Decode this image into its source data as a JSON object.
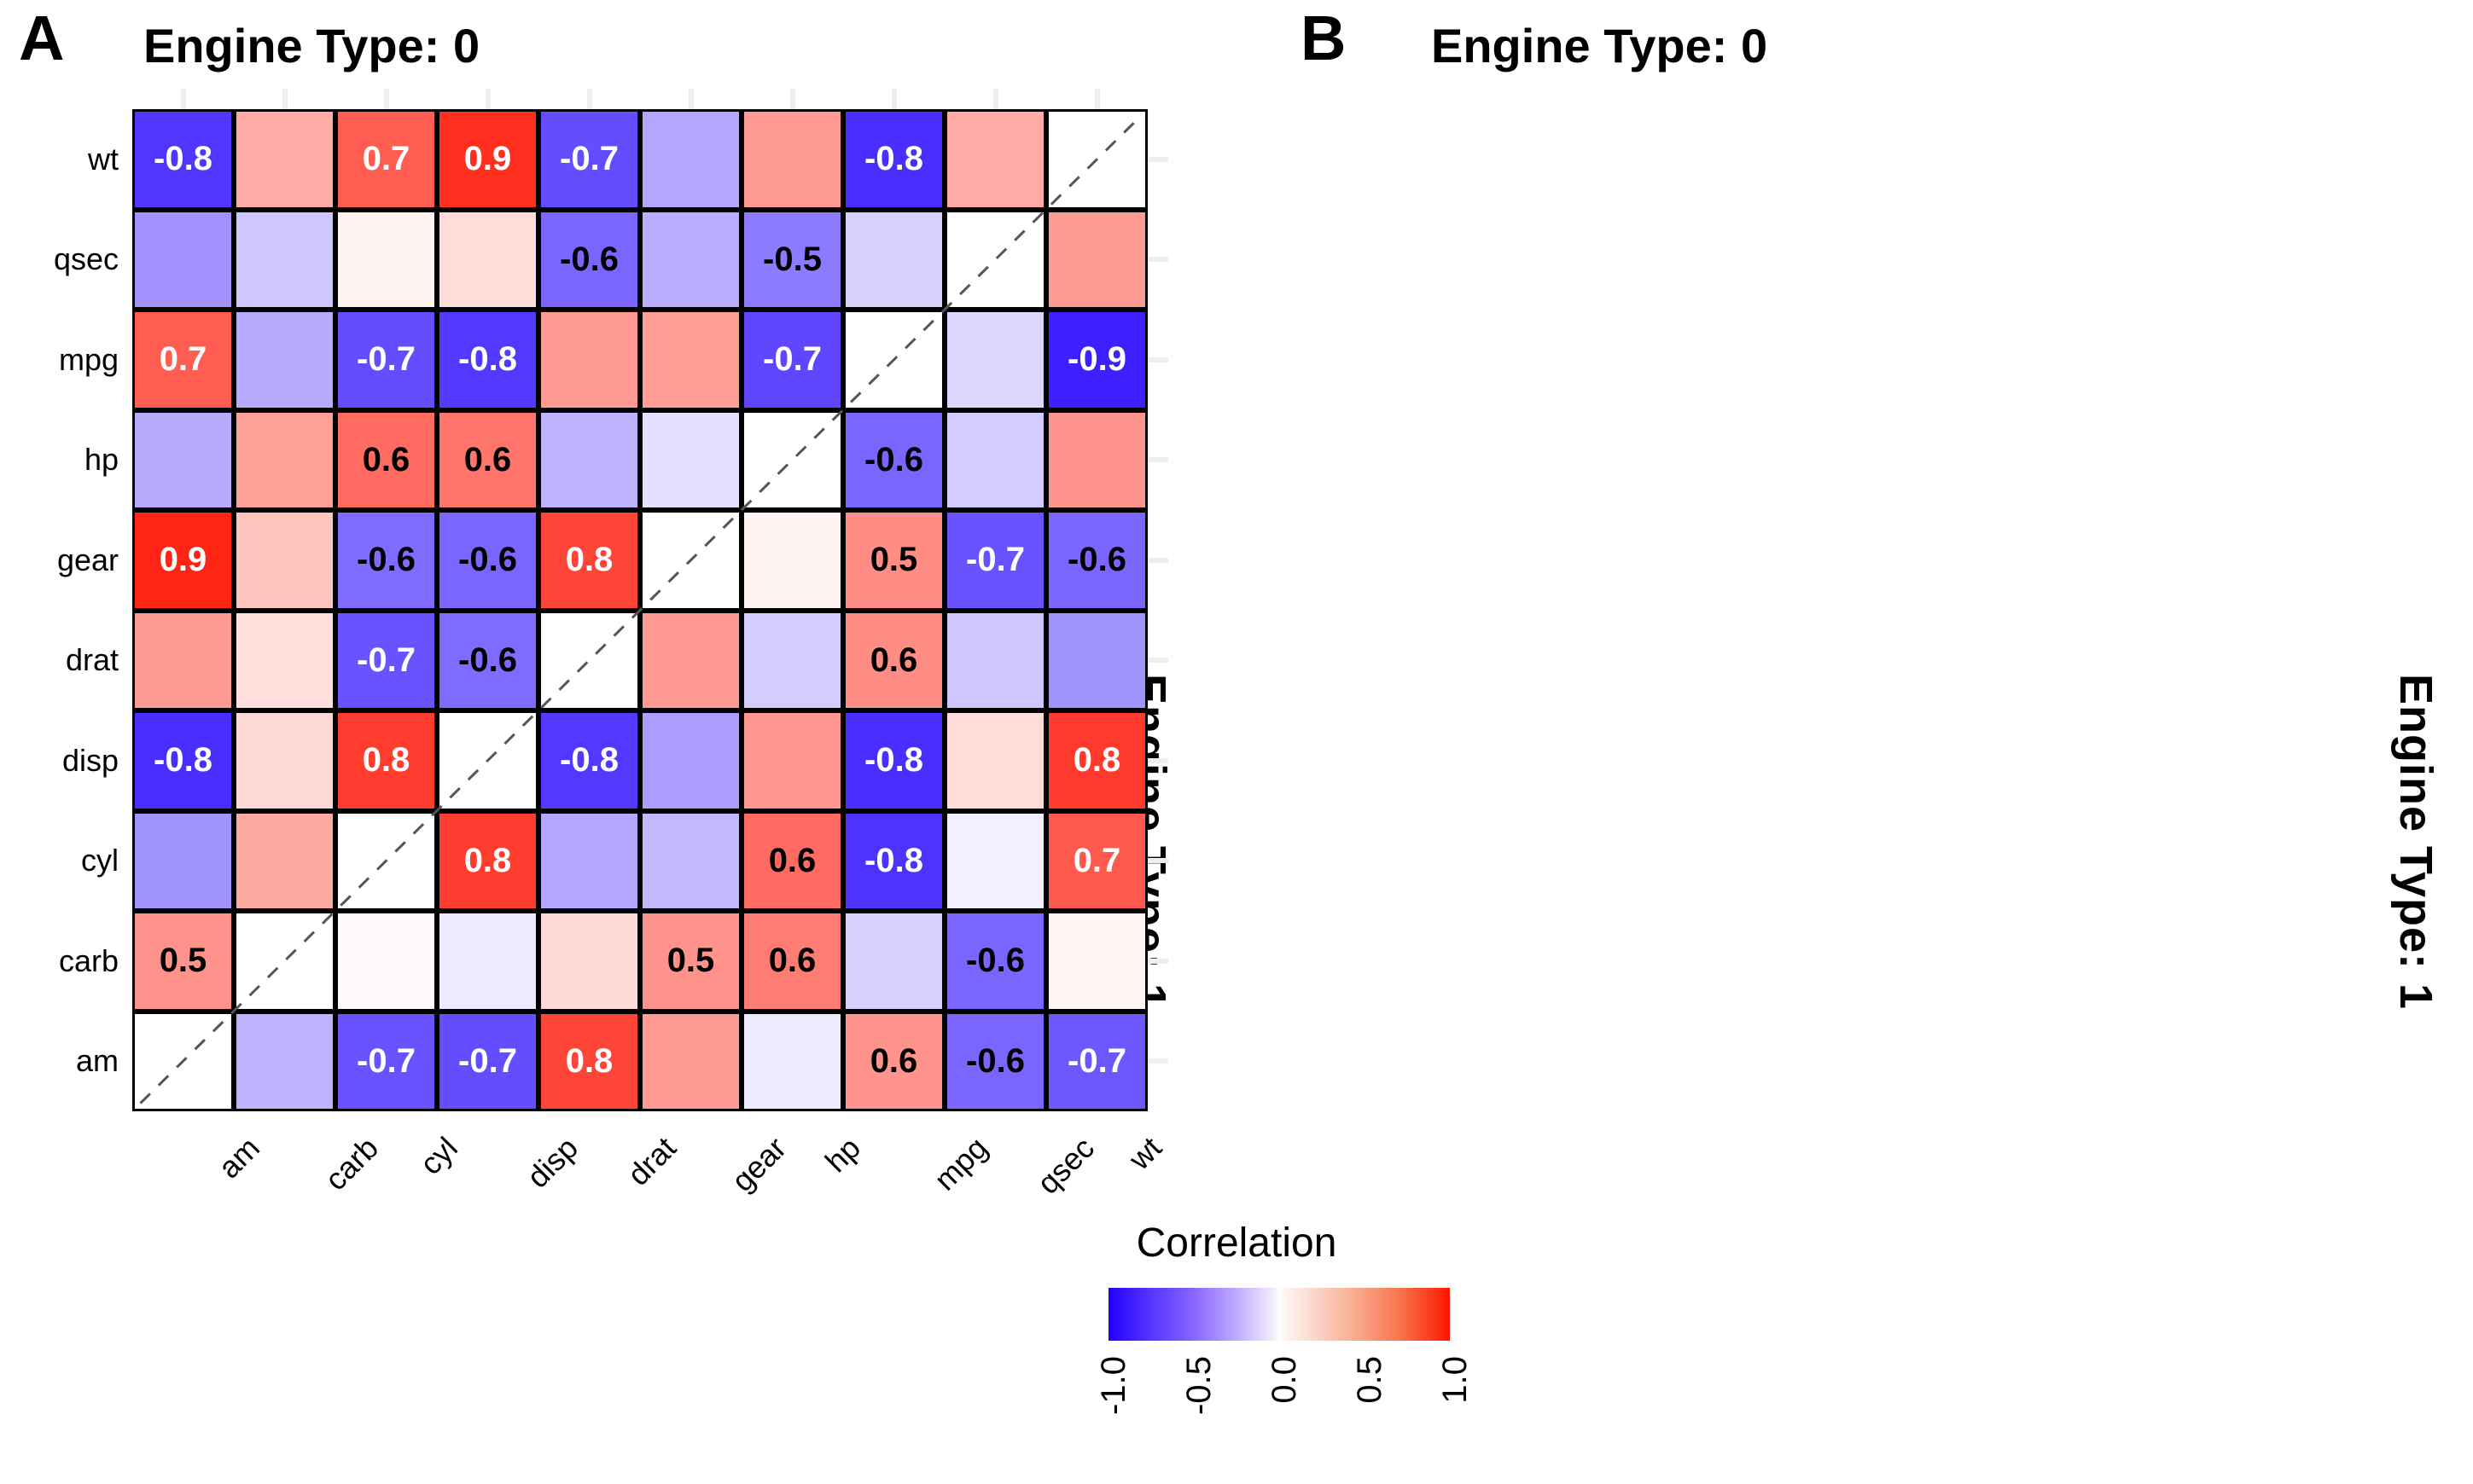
{
  "panels": [
    {
      "tag": "A",
      "facet_top": "Engine Type: 0",
      "facet_right": "Engine Type: 1",
      "kind": "tile"
    },
    {
      "tag": "B",
      "facet_top": "Engine Type: 0",
      "facet_right": "Engine Type: 1",
      "kind": "circle"
    }
  ],
  "legend": {
    "title": "Correlation",
    "ticks": [
      "-1.0",
      "-0.5",
      "0.0",
      "0.5",
      "1.0"
    ],
    "low_color": "#2200ff",
    "mid_color": "#ffffff",
    "high_color": "#ff1100",
    "limits": [
      -1,
      1
    ]
  },
  "chart_data": {
    "type": "heatmap",
    "title": "",
    "subtitle": "",
    "xlabel": "",
    "ylabel": "",
    "grid": true,
    "legend_position": "bottom",
    "value_limits": [
      -1,
      1
    ],
    "label_threshold": 0.5,
    "label_format": "one decimal, only |r| >= 0.5 shown",
    "diagonal": "dashed identity line, cells on diagonal unshaded",
    "x_categories": [
      "am",
      "carb",
      "cyl",
      "disp",
      "drat",
      "gear",
      "hp",
      "mpg",
      "qsec",
      "wt"
    ],
    "y_categories": [
      "wt",
      "qsec",
      "mpg",
      "hp",
      "gear",
      "drat",
      "disp",
      "cyl",
      "carb",
      "am"
    ],
    "rows": [
      {
        "row": "wt",
        "values": [
          -0.79,
          0.35,
          0.68,
          0.88,
          -0.7,
          -0.35,
          0.42,
          -0.82,
          0.35,
          null
        ],
        "labels": [
          "-0.8",
          "",
          "0.7",
          "0.9",
          "-0.7",
          "",
          "",
          "-0.8",
          "",
          ""
        ]
      },
      {
        "row": "qsec",
        "values": [
          -0.43,
          -0.22,
          0.05,
          0.15,
          -0.6,
          -0.32,
          -0.52,
          -0.18,
          null,
          0.42
        ],
        "labels": [
          "",
          "",
          "",
          "",
          "-0.6",
          "",
          "-0.5",
          "",
          "",
          ""
        ]
      },
      {
        "row": "mpg",
        "values": [
          0.68,
          -0.33,
          -0.7,
          -0.78,
          0.42,
          0.41,
          -0.72,
          null,
          -0.16,
          -0.88
        ],
        "labels": [
          "0.7",
          "",
          "-0.7",
          "-0.8",
          "",
          "",
          "-0.7",
          "",
          "",
          "-0.9"
        ]
      },
      {
        "row": "hp",
        "values": [
          -0.33,
          0.4,
          0.62,
          0.58,
          -0.3,
          -0.12,
          null,
          -0.6,
          -0.2,
          0.45
        ],
        "labels": [
          "",
          "",
          "0.6",
          "0.6",
          "",
          "",
          "",
          "-0.6",
          "",
          ""
        ]
      },
      {
        "row": "gear",
        "values": [
          0.92,
          0.25,
          -0.58,
          -0.6,
          0.78,
          null,
          0.05,
          0.48,
          -0.68,
          -0.6
        ],
        "labels": [
          "0.9",
          "",
          "-0.6",
          "-0.6",
          "0.8",
          "",
          "",
          "0.5",
          "-0.7",
          "-0.6"
        ]
      },
      {
        "row": "drat",
        "values": [
          0.42,
          0.14,
          -0.68,
          -0.58,
          null,
          0.43,
          -0.2,
          0.48,
          -0.22,
          -0.42
        ],
        "labels": [
          "",
          "",
          "-0.7",
          "-0.6",
          "",
          "",
          "",
          "0.6",
          "",
          ""
        ]
      },
      {
        "row": "disp",
        "values": [
          -0.82,
          0.16,
          0.82,
          null,
          -0.78,
          -0.38,
          0.44,
          -0.82,
          0.15,
          0.83
        ],
        "labels": [
          "-0.8",
          "",
          "0.8",
          "",
          "-0.8",
          "",
          "",
          "-0.8",
          "",
          "0.8"
        ]
      },
      {
        "row": "cyl",
        "values": [
          -0.42,
          0.36,
          null,
          0.82,
          -0.35,
          -0.28,
          0.62,
          -0.8,
          -0.06,
          0.7
        ],
        "labels": [
          "",
          "",
          "",
          "0.8",
          "",
          "",
          "0.6",
          "-0.8",
          "",
          "0.7"
        ]
      },
      {
        "row": "carb",
        "values": [
          0.46,
          null,
          0.02,
          -0.08,
          0.16,
          0.46,
          0.55,
          -0.18,
          -0.6,
          0.04
        ],
        "labels": [
          "0.5",
          "",
          "",
          "",
          "",
          "0.5",
          "0.6",
          "",
          "-0.6",
          ""
        ]
      },
      {
        "row": "am",
        "values": [
          null,
          -0.3,
          -0.68,
          -0.7,
          0.78,
          0.42,
          -0.08,
          0.45,
          -0.6,
          -0.66
        ],
        "labels": [
          "",
          "",
          "-0.7",
          "-0.7",
          "0.8",
          "",
          "",
          "0.6",
          "-0.6",
          "-0.7"
        ]
      }
    ]
  }
}
